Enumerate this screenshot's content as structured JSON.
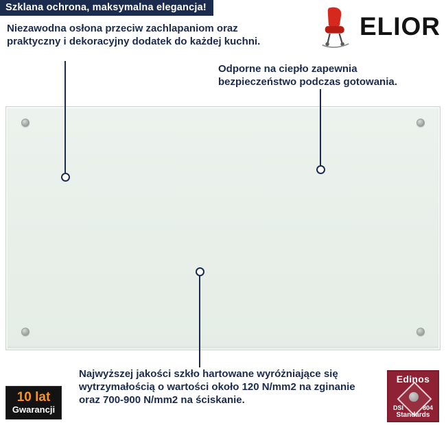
{
  "banner": {
    "text": "Szklana ochrona, maksymalna elegancja!"
  },
  "features": {
    "splash": "Niezawodna osłona przeciw zachlapaniom oraz praktyczny i dekoracyjny dodatek do każdej kuchni.",
    "heat": "Odporne na ciepło zapewnia bezpieczeństwo podczas gotowania.",
    "strength": "Najwyższej jakości szkło hartowane wyróżniające się wytrzymałością o wartości około 120 N/mm2 na zginanie oraz 700-900 N/mm2 na ściskanie."
  },
  "logo": {
    "brand": "ELIOR",
    "icon": "chair-icon"
  },
  "warranty_badge": {
    "years": "10 lat",
    "label": "Gwarancji"
  },
  "cert_badge": {
    "brand": "Edinos",
    "dsi": "DSI",
    "number": "804",
    "standards": "Standards"
  },
  "colors": {
    "navy": "#1b2b4d",
    "red": "#d7281e",
    "orange": "#f7941d",
    "maroon": "#8e2133",
    "glass": "#e8efe9"
  }
}
